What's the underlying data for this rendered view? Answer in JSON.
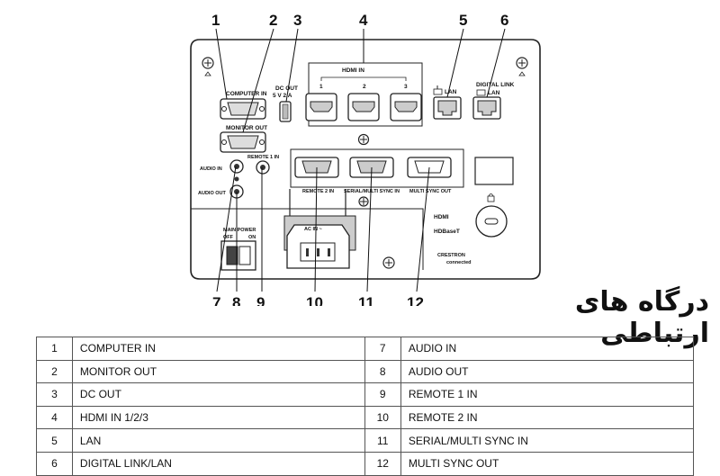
{
  "title": "درگاه های ارتباطی",
  "callouts": {
    "top": [
      "1",
      "2",
      "3",
      "4",
      "5",
      "6"
    ],
    "bottom": [
      "7",
      "8",
      "9",
      "10",
      "11",
      "12"
    ]
  },
  "panel_labels": {
    "computer_in": "COMPUTER IN",
    "monitor_out": "MONITOR OUT",
    "dc_out": "DC OUT",
    "dc_out_rating": "5 V 2 A",
    "hdmi_in": "HDMI IN",
    "hdmi_1": "1",
    "hdmi_2": "2",
    "hdmi_3": "3",
    "lan": "LAN",
    "digital_link": "DIGITAL LINK",
    "digital_link_lan": "LAN",
    "remote_1_in": "REMOTE 1 IN",
    "audio_in": "AUDIO IN",
    "audio_out": "AUDIO OUT",
    "remote_2_in": "REMOTE 2 IN",
    "serial_multi_sync_in": "SERIAL/MULTI SYNC IN",
    "multi_sync_out": "MULTI SYNC OUT",
    "main_power": "MAIN POWER",
    "off": "OFF",
    "on": "ON",
    "ac_in": "AC IN ~",
    "hdmi_logo": "HDMI",
    "hdbaset_logo": "HDBaseT",
    "crestron_logo": "CRESTRON",
    "crestron_sub": "connected"
  },
  "ports_table": [
    {
      "num_left": "1",
      "name_left": "COMPUTER IN",
      "num_right": "7",
      "name_right": "AUDIO IN"
    },
    {
      "num_left": "2",
      "name_left": "MONITOR OUT",
      "num_right": "8",
      "name_right": "AUDIO OUT"
    },
    {
      "num_left": "3",
      "name_left": "DC OUT",
      "num_right": "9",
      "name_right": "REMOTE 1 IN"
    },
    {
      "num_left": "4",
      "name_left": "HDMI IN 1/2/3",
      "num_right": "10",
      "name_right": "REMOTE 2 IN"
    },
    {
      "num_left": "5",
      "name_left": "LAN",
      "num_right": "11",
      "name_right": "SERIAL/MULTI SYNC IN"
    },
    {
      "num_left": "6",
      "name_left": "DIGITAL LINK/LAN",
      "num_right": "12",
      "name_right": "MULTI SYNC OUT"
    }
  ]
}
